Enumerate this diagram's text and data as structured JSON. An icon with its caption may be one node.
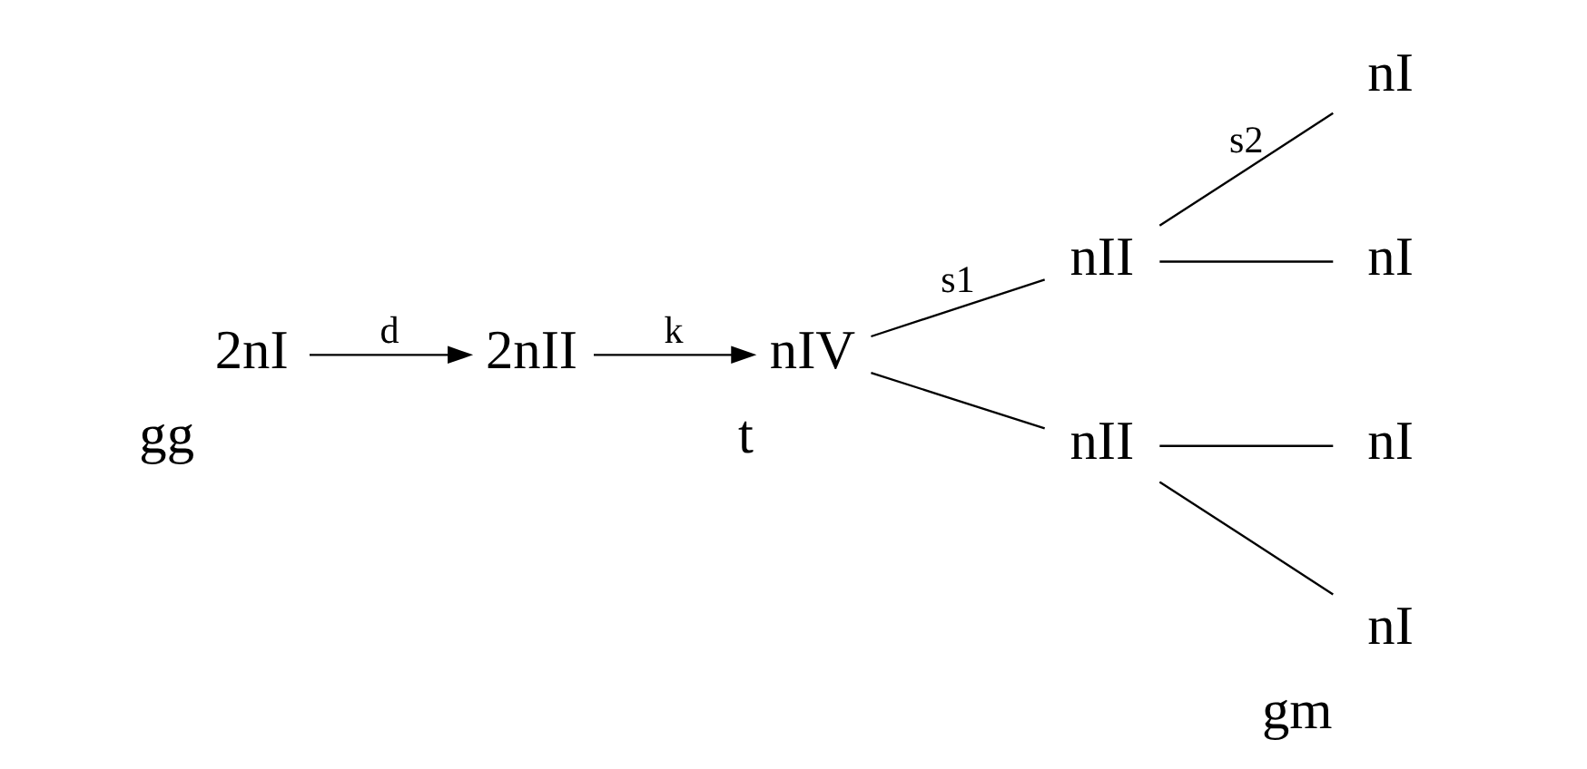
{
  "diagram": {
    "nodes": [
      {
        "text": [
          "2nI"
        ],
        "beside": [
          "gg"
        ]
      },
      {
        "text": [
          "2nII"
        ]
      },
      {
        "text": [
          "nIV"
        ],
        "beside": [
          "t"
        ]
      },
      {
        "text": [
          "nII"
        ]
      },
      {
        "text": [
          "nII"
        ]
      },
      {
        "text": [
          "nI"
        ]
      },
      {
        "text": [
          "nI"
        ]
      },
      {
        "text": [
          "nI"
        ]
      },
      {
        "text": [
          "nI"
        ],
        "beside": [
          "gm"
        ]
      }
    ],
    "edges": [
      {
        "from": 0,
        "to": 1,
        "arrow": "to",
        "label": "d"
      },
      {
        "from": 1,
        "to": 2,
        "arrow": "to",
        "label": "k"
      },
      {
        "from": 2,
        "to": 3,
        "arrow": "none",
        "label": "s1"
      },
      {
        "from": 2,
        "to": 4,
        "arrow": "none"
      },
      {
        "from": 3,
        "to": 5,
        "arrow": "none",
        "label": "s2"
      },
      {
        "from": 3,
        "to": 6,
        "arrow": "none"
      },
      {
        "from": 4,
        "to": 7,
        "arrow": "none"
      },
      {
        "from": 4,
        "to": 8,
        "arrow": "none"
      }
    ]
  }
}
